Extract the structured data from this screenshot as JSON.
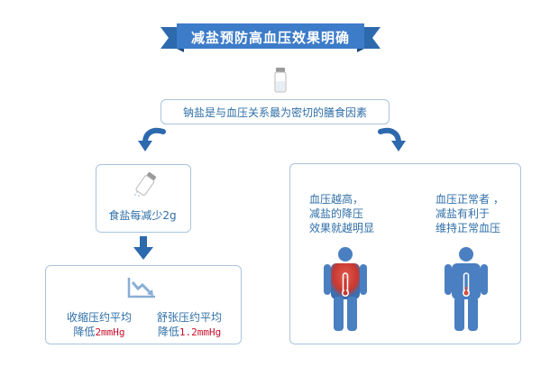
{
  "banner": {
    "title": "减盐预防高血压效果明确"
  },
  "sodium": {
    "text": "钠盐是与血压关系最为密切的膳食因素"
  },
  "salt_box": {
    "label": "食盐每减少2g"
  },
  "bp_effect": {
    "systolic_label": "收缩压约平均",
    "systolic_prefix": "降低",
    "systolic_value": "2mmHg",
    "diastolic_label": "舒张压约平均",
    "diastolic_prefix": "降低",
    "diastolic_value": "1.2mmHg"
  },
  "high_bp": {
    "line1": "血压越高，",
    "line2": "减盐的降压",
    "line3": "效果就越明显"
  },
  "normal_bp": {
    "line1": "血压正常者 ，",
    "line2": "减盐有利于",
    "line3": "维持正常血压"
  },
  "colors": {
    "primary_blue": "#2f6fa8",
    "banner_blue": "#3d7cc9",
    "border_blue": "#a9c4de",
    "highlight_red": "#c8102e",
    "heart_red": "#d8493f"
  },
  "icons": [
    "salt-shaker-icon",
    "curved-arrow-left-icon",
    "curved-arrow-right-icon",
    "down-arrow-icon",
    "decline-chart-icon",
    "person-icon"
  ]
}
